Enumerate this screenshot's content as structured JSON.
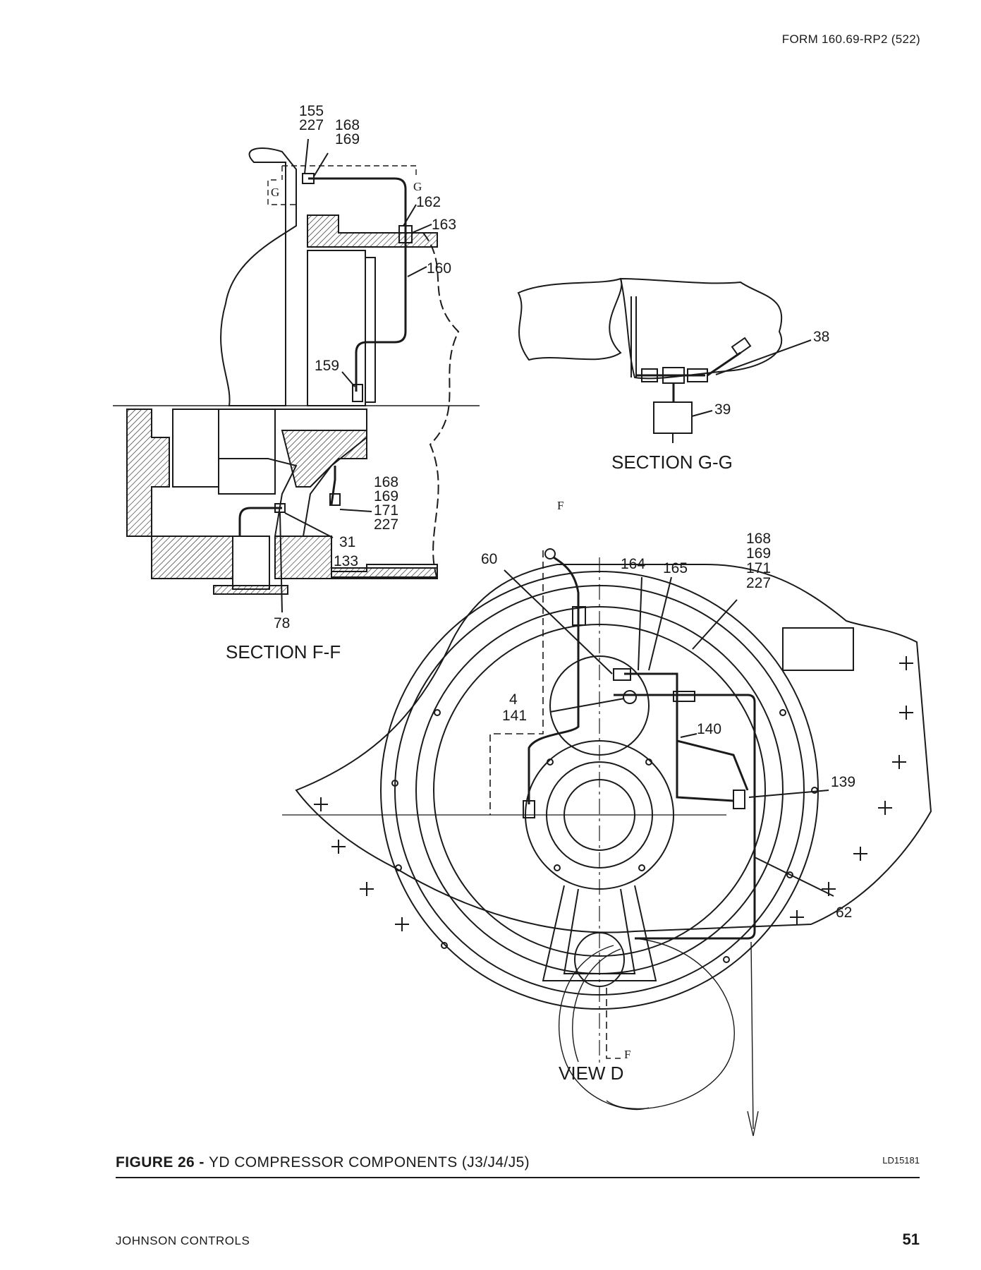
{
  "header": {
    "form_number": "FORM 160.69-RP2 (522)"
  },
  "section_ff": {
    "title": "SECTION F-F",
    "cut_marker": "G",
    "callouts": {
      "c155_227": [
        "155",
        "227"
      ],
      "c168_169": [
        "168",
        "169"
      ],
      "c162": "162",
      "c163": "163",
      "c160": "160",
      "c159": "159",
      "c168_227": [
        "168",
        "169",
        "171",
        "227"
      ],
      "c31_133": [
        "31",
        "133"
      ],
      "c78": "78"
    }
  },
  "section_gg": {
    "title": "SECTION G-G",
    "callouts": {
      "c38": "38",
      "c39": "39"
    }
  },
  "view_d": {
    "title": "VIEW D",
    "cut_marker": "F",
    "callouts": {
      "c60": "60",
      "c164": "164",
      "c165": "165",
      "c168_227": [
        "168",
        "169",
        "171",
        "227"
      ],
      "c4_141": [
        "4",
        "141"
      ],
      "c140": "140",
      "c139": "139",
      "c62": "62"
    }
  },
  "caption": {
    "figure_label": "FIGURE 26 - ",
    "figure_title": "YD COMPRESSOR COMPONENTS (J3/J4/J5)",
    "drawing_id": "LD15181"
  },
  "footer": {
    "company": "JOHNSON CONTROLS",
    "page_number": "51"
  }
}
